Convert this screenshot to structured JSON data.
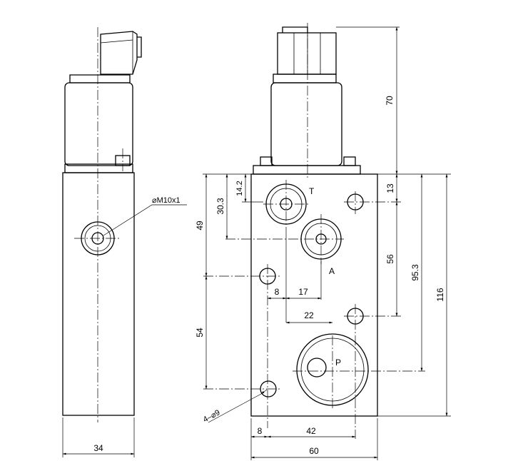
{
  "labels": {
    "thread": "⌀M10x1",
    "port_t": "T",
    "port_a": "A",
    "port_p": "P",
    "holes": "4–⌀9"
  },
  "dimensions": {
    "d34": "34",
    "d70": "70",
    "d13": "13",
    "d14_2": "14.2",
    "d30_3": "30.3",
    "d49": "49",
    "d56": "56",
    "d95_3": "95.3",
    "d116": "116",
    "d54": "54",
    "d8a": "8",
    "d17": "17",
    "d22": "22",
    "d8b": "8",
    "d42": "42",
    "d60": "60"
  }
}
